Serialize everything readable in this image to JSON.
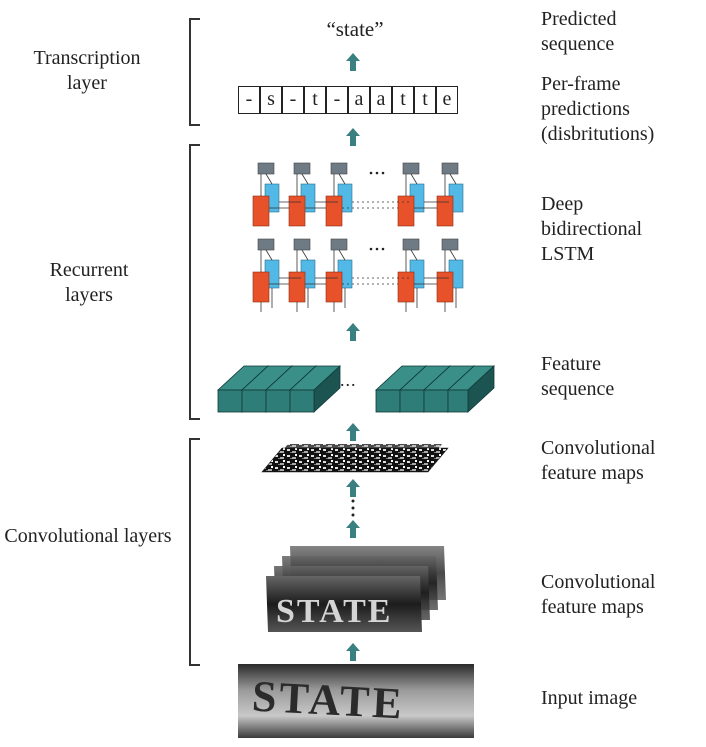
{
  "left_labels": {
    "transcription": "Transcription layer",
    "recurrent": "Recurrent layers",
    "convolutional": "Convolutional layers"
  },
  "right_labels": {
    "predicted_sequence": "Predicted sequence",
    "per_frame": "Per-frame predictions (disbritutions)",
    "deep_lstm": "Deep bidirectional LSTM",
    "feature_sequence": "Feature sequence",
    "conv_maps_top": "Convolutional feature maps",
    "conv_maps_bottom": "Convolutional feature maps",
    "input_image": "Input image"
  },
  "output_word": "“state”",
  "frame_predictions": [
    "-",
    "s",
    "-",
    "t",
    "-",
    "a",
    "a",
    "t",
    "t",
    "e"
  ],
  "input_word": "STATE",
  "ellipsis": "...",
  "colors": {
    "arrow": "#3a8080",
    "feature_block": "#2f7d78",
    "feature_block_dark": "#1c5451",
    "lstm_red": "#e8522a",
    "lstm_blue": "#52b8e6",
    "lstm_gray": "#6e7b85"
  }
}
